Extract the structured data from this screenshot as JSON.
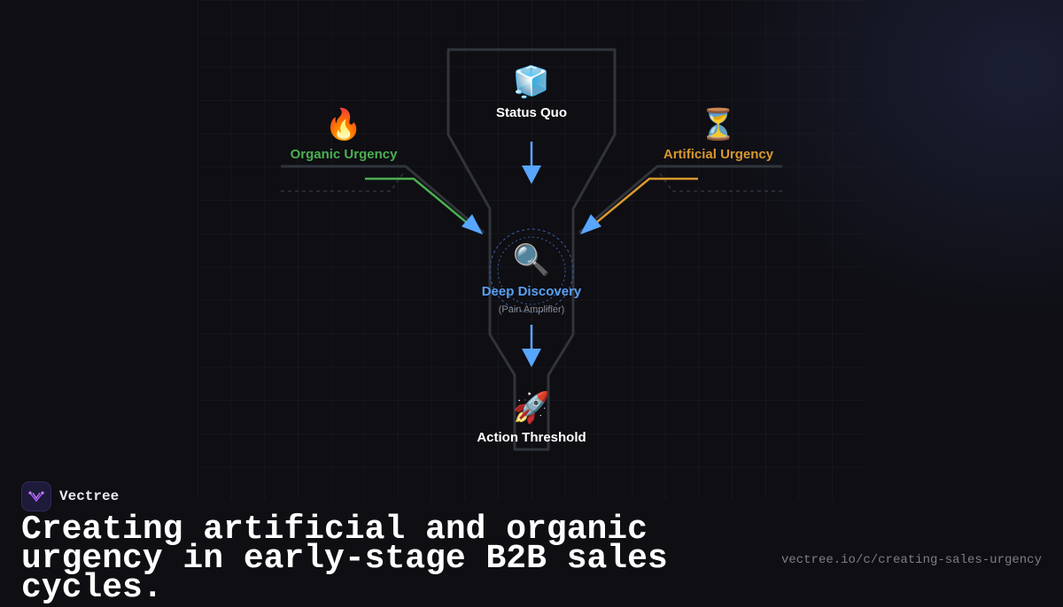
{
  "diagram": {
    "nodes": {
      "status_quo": {
        "icon": "ice-cube-icon",
        "glyph": "🧊",
        "label": "Status Quo",
        "color": "#ffffff"
      },
      "organic_urgency": {
        "icon": "fire-icon",
        "glyph": "🔥",
        "label": "Organic Urgency",
        "color": "#4caf50"
      },
      "artificial_urgency": {
        "icon": "hourglass-icon",
        "glyph": "⏳",
        "label": "Artificial Urgency",
        "color": "#d9982e"
      },
      "deep_discovery": {
        "icon": "magnifier-icon",
        "glyph": "🔍",
        "label": "Deep Discovery",
        "sublabel": "(Pain Amplifier)",
        "color": "#5aa0f0"
      },
      "action_threshold": {
        "icon": "rocket-icon",
        "glyph": "🚀",
        "label": "Action Threshold",
        "color": "#ffffff"
      }
    },
    "colors": {
      "arrow": "#58a6ff",
      "funnel": "#30343b",
      "organic_line": "#4caf50",
      "artificial_line": "#d9982e"
    }
  },
  "brand": {
    "name": "Vectree",
    "logo_icon": "vectree-logo-icon"
  },
  "title": "Creating artificial and organic urgency in early-stage B2B sales cycles.",
  "url": "vectree.io/c/creating-sales-urgency"
}
